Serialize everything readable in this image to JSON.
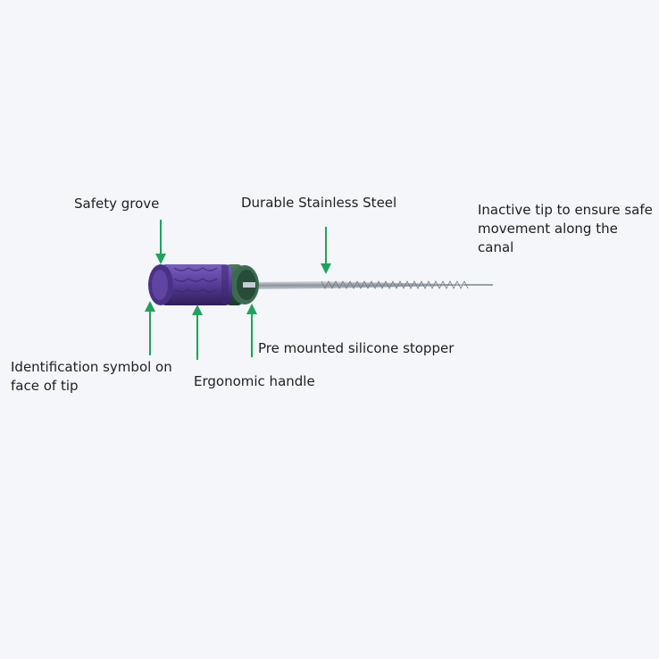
{
  "labels": {
    "safety_grove": "Safety grove",
    "durable_steel": "Durable Stainless Steel",
    "inactive_tip": "Inactive tip to ensure safe\nmovement along the\ncanal",
    "stopper": "Pre mounted silicone stopper",
    "identification": "Identification symbol on\nface of tip",
    "ergonomic": "Ergonomic handle"
  },
  "colors": {
    "arrow": "#1fa35c",
    "handle": "#5b3f9a",
    "handle_dark": "#3d2870",
    "stopper": "#2f5a43",
    "steel": "#a9b0b8"
  },
  "icons": {
    "arrow": "arrow-icon"
  }
}
